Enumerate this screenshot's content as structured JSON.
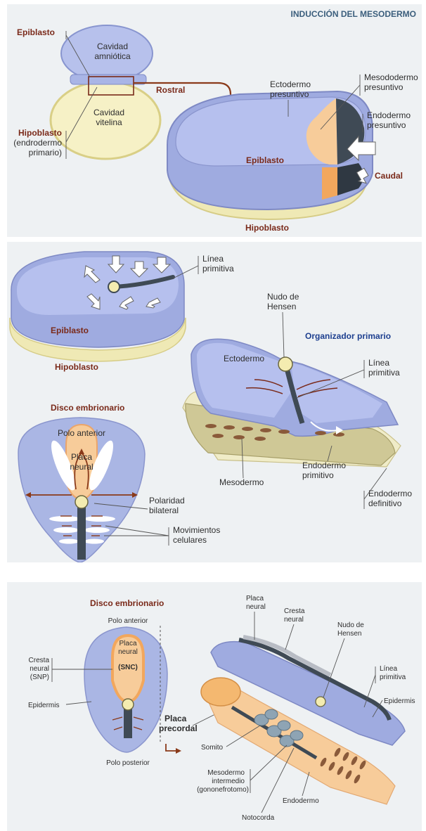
{
  "panel1": {
    "title": "INDUCCIÓN DEL MESODERMO",
    "epiblasto_left": "Epiblasto",
    "cavidad_amniotica": [
      "Cavidad",
      "amniótica"
    ],
    "cavidad_vitelina": [
      "Cavidad",
      "vitelina"
    ],
    "hipoblasto_left": [
      "Hipoblasto",
      "(endrodermo",
      "primario)"
    ],
    "rostral": "Rostral",
    "ectodermo_presuntivo": [
      "Ectodermo",
      "presuntivo"
    ],
    "mesodermo_presuntivo": [
      "Mesododermo",
      "presuntivo"
    ],
    "endodermo_presuntivo": [
      "Endodermo",
      "presuntivo"
    ],
    "epiblasto_center": "Epiblasto",
    "caudal": "Caudal",
    "hipoblasto_bottom": "Hipoblasto"
  },
  "panel2": {
    "linea_primitiva_top": [
      "Línea",
      "primitiva"
    ],
    "epiblasto": "Epiblasto",
    "hipoblasto": "Hipoblasto",
    "nudo_hensen": [
      "Nudo de",
      "Hensen"
    ],
    "organizador": "Organizador primario",
    "ectodermo": "Ectodermo",
    "linea_primitiva_right": [
      "Línea",
      "primitiva"
    ],
    "disco_embrionario": "Disco embrionario",
    "polo_anterior": "Polo anterior",
    "placa_neural": [
      "Placa",
      "neural"
    ],
    "polaridad": [
      "Polaridad",
      "bilateral"
    ],
    "movimientos": [
      "Movimientos",
      "celulares"
    ],
    "mesodermo": "Mesodermo",
    "endodermo_primitivo": [
      "Endodermo",
      "primitivo"
    ],
    "endodermo_definitivo": [
      "Endodermo",
      "definitivo"
    ]
  },
  "panel3": {
    "disco_embrionario": "Disco embrionario",
    "polo_anterior": "Polo anterior",
    "placa_neural": [
      "Placa",
      "neural"
    ],
    "snc": "(SNC)",
    "cresta_neural_left": [
      "Cresta",
      "neural",
      "(SNP)"
    ],
    "epidermis_left": "Epidermis",
    "polo_posterior": "Polo posterior",
    "placa_precordal": [
      "Placa",
      "precordal"
    ],
    "placa_neural_right": [
      "Placa",
      "neural"
    ],
    "cresta_neural_right": [
      "Cresta",
      "neural"
    ],
    "nudo_hensen": [
      "Nudo de",
      "Hensen"
    ],
    "linea_primitiva": [
      "Línea",
      "primitiva"
    ],
    "epidermis_right": "Epidermis",
    "somito": "Somito",
    "mesodermo_intermedio": [
      "Mesodermo",
      "intermedio",
      "(gononefrotomo)"
    ],
    "endodermo": "Endodermo",
    "notocorda": "Notocorda"
  },
  "colors": {
    "panel_bg": "#eef1f3",
    "epiblast_blue": "#aab6e4",
    "hypoblast_cream": "#efe9b5",
    "mesoderm_orange": "#f4c08c",
    "endoderm_dark": "#3f4a55",
    "arrow_brown": "#8a3a1a",
    "title_blue": "#1d3f8f"
  }
}
